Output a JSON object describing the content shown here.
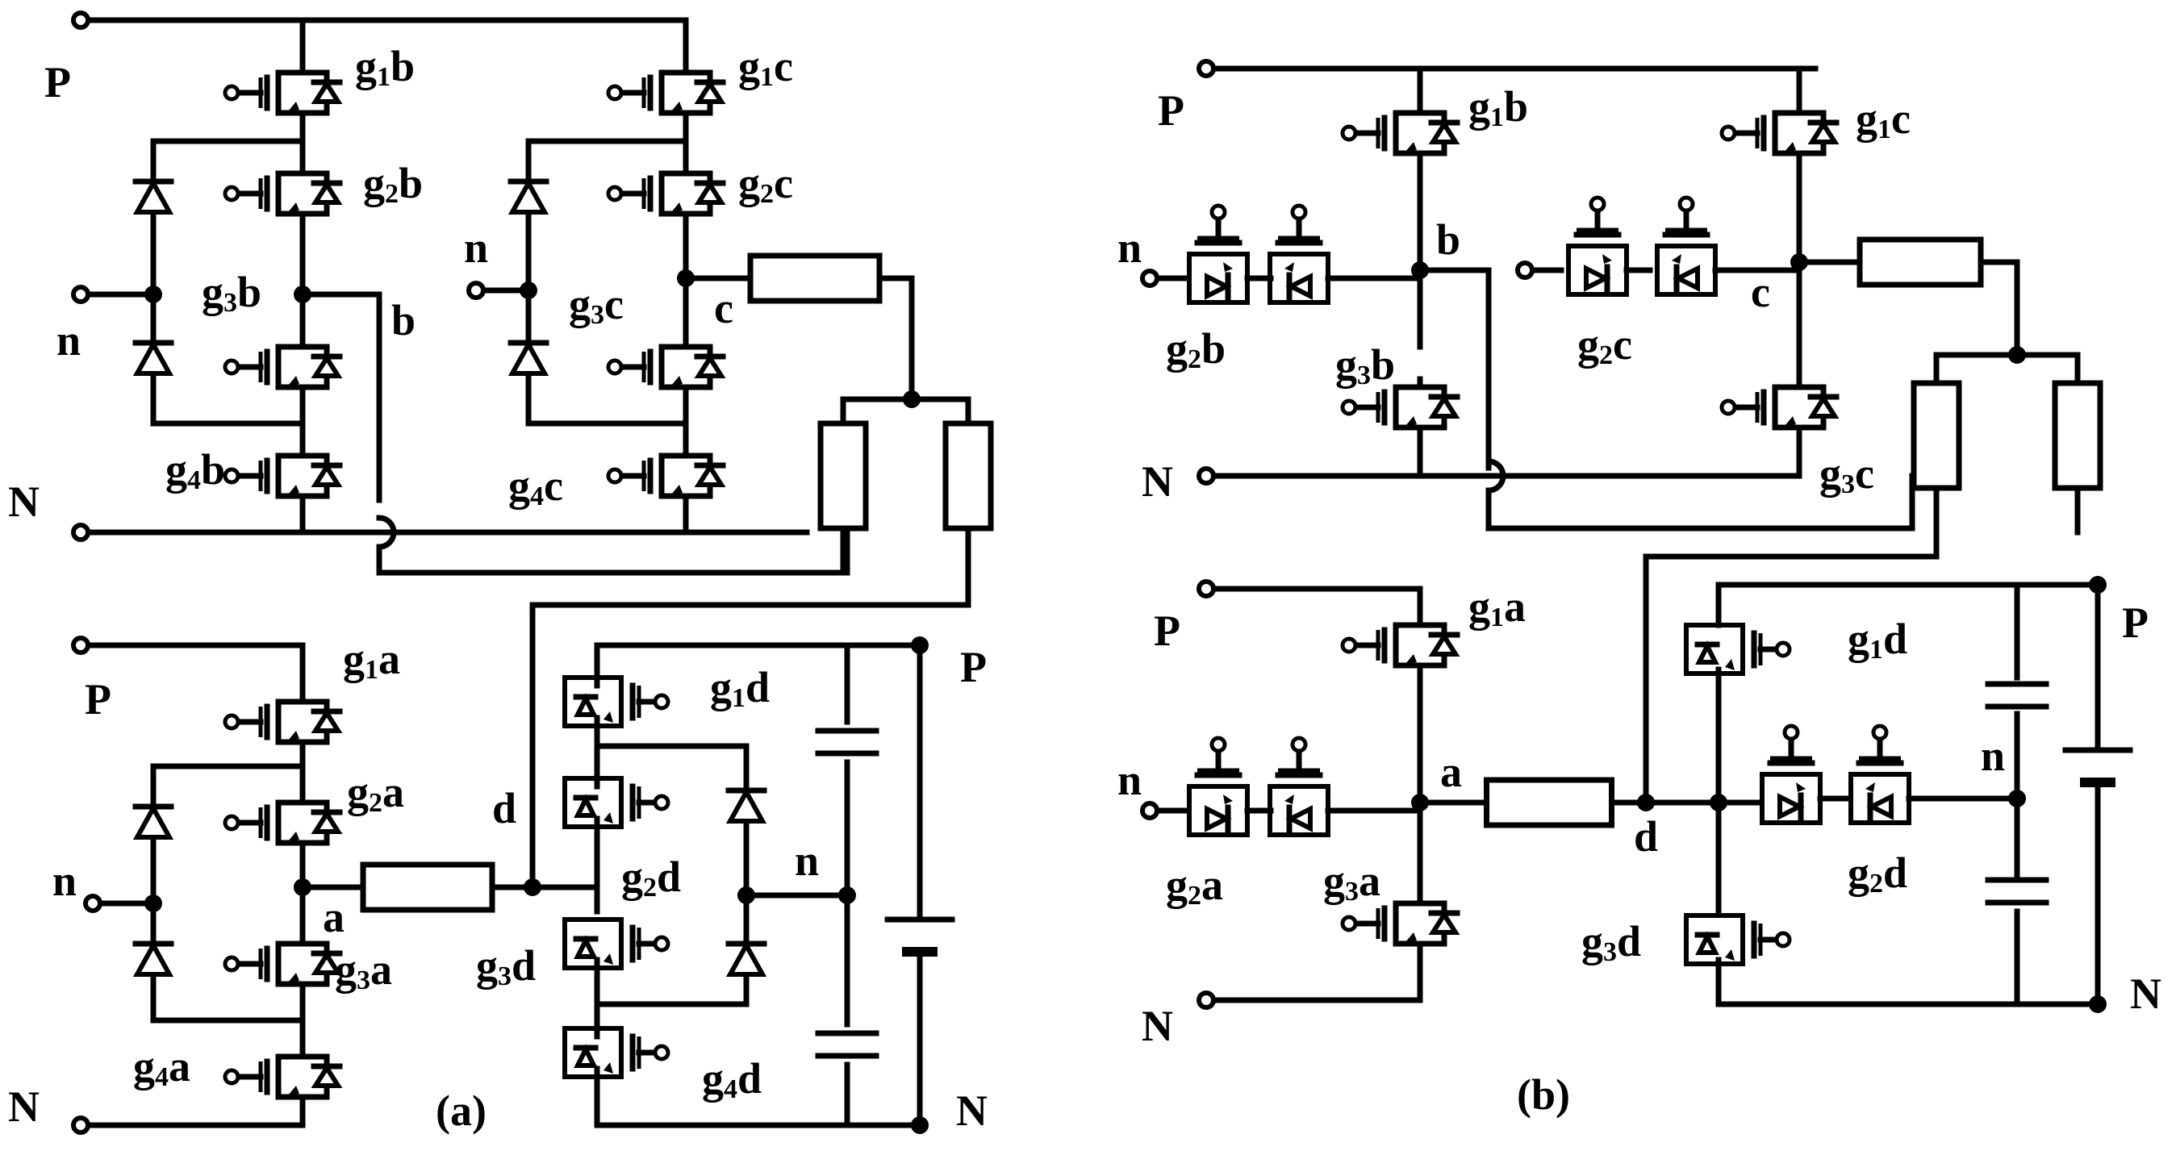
{
  "figure": {
    "panel_a": {
      "caption": "(a)",
      "terminals": {
        "P_top": "P",
        "n_top": "n",
        "N_top": "N",
        "P_bot": "P",
        "n_bot": "n",
        "N_bot": "N",
        "P_dc": "P",
        "N_dc": "N"
      },
      "nodes": {
        "b": "b",
        "c": "c",
        "a": "a",
        "d": "d",
        "n": "n"
      },
      "gates": {
        "g1b": [
          "g",
          "1",
          "b"
        ],
        "g2b": [
          "g",
          "2",
          "b"
        ],
        "g3b": [
          "g",
          "3",
          "b"
        ],
        "g4b": [
          "g",
          "4",
          "b"
        ],
        "g1c": [
          "g",
          "1",
          "c"
        ],
        "g2c": [
          "g",
          "2",
          "c"
        ],
        "g3c": [
          "g",
          "3",
          "c"
        ],
        "g4c": [
          "g",
          "4",
          "c"
        ],
        "g1a": [
          "g",
          "1",
          "a"
        ],
        "g2a": [
          "g",
          "2",
          "a"
        ],
        "g3a": [
          "g",
          "3",
          "a"
        ],
        "g4a": [
          "g",
          "4",
          "a"
        ],
        "g1d": [
          "g",
          "1",
          "d"
        ],
        "g2d": [
          "g",
          "2",
          "d"
        ],
        "g3d": [
          "g",
          "3",
          "d"
        ],
        "g4d": [
          "g",
          "4",
          "d"
        ]
      }
    },
    "panel_b": {
      "caption": "(b)",
      "terminals": {
        "P_top": "P",
        "n_top": "n",
        "N_top": "N",
        "P_bot": "P",
        "n_bot": "n",
        "N_bot": "N",
        "P_dc": "P",
        "N_dc": "N"
      },
      "nodes": {
        "b": "b",
        "c": "c",
        "a": "a",
        "d": "d",
        "n": "n"
      },
      "gates": {
        "g1b": [
          "g",
          "1",
          "b"
        ],
        "g2b": [
          "g",
          "2",
          "b"
        ],
        "g3b": [
          "g",
          "3",
          "b"
        ],
        "g1c": [
          "g",
          "1",
          "c"
        ],
        "g2c": [
          "g",
          "2",
          "c"
        ],
        "g3c": [
          "g",
          "3",
          "c"
        ],
        "g1a": [
          "g",
          "1",
          "a"
        ],
        "g2a": [
          "g",
          "2",
          "a"
        ],
        "g3a": [
          "g",
          "3",
          "a"
        ],
        "g1d": [
          "g",
          "1",
          "d"
        ],
        "g2d": [
          "g",
          "2",
          "d"
        ],
        "g3d": [
          "g",
          "3",
          "d"
        ]
      }
    }
  }
}
